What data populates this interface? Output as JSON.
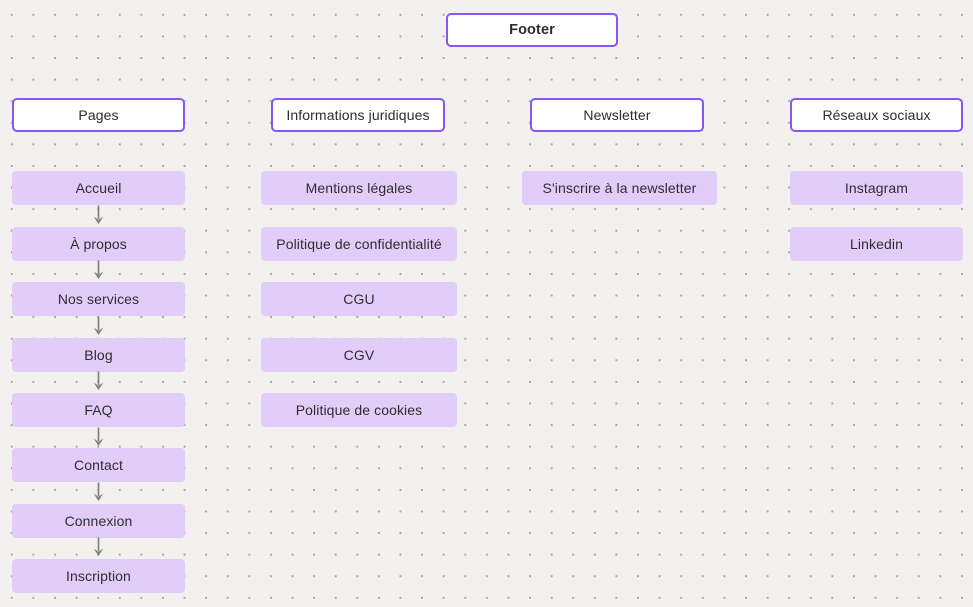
{
  "theme": {
    "canvas-bg": "#f2f1f0",
    "dot-color": "#aaa7a4",
    "node-fill": "#e2cdf8",
    "header-bg": "#ffffff",
    "header-border": "#8a56f2",
    "text-color": "#2d2d31",
    "arrow-color": "#808080"
  },
  "root_node": {
    "label": "Footer"
  },
  "columns": [
    {
      "header": "Pages",
      "items": [
        "Accueil",
        "À propos",
        "Nos services",
        "Blog",
        "FAQ",
        "Contact",
        "Connexion",
        "Inscription"
      ],
      "flow_connected": true
    },
    {
      "header": "Informations juridiques",
      "items": [
        "Mentions légales",
        "Politique de confidentialité",
        "CGU",
        "CGV",
        "Politique de cookies"
      ],
      "flow_connected": false
    },
    {
      "header": "Newsletter",
      "items": [
        "S'inscrire à la newsletter"
      ],
      "flow_connected": false
    },
    {
      "header": "Réseaux sociaux",
      "items": [
        "Instagram",
        "Linkedin"
      ],
      "flow_connected": false
    }
  ],
  "icons": {
    "down_arrow": "↓"
  }
}
